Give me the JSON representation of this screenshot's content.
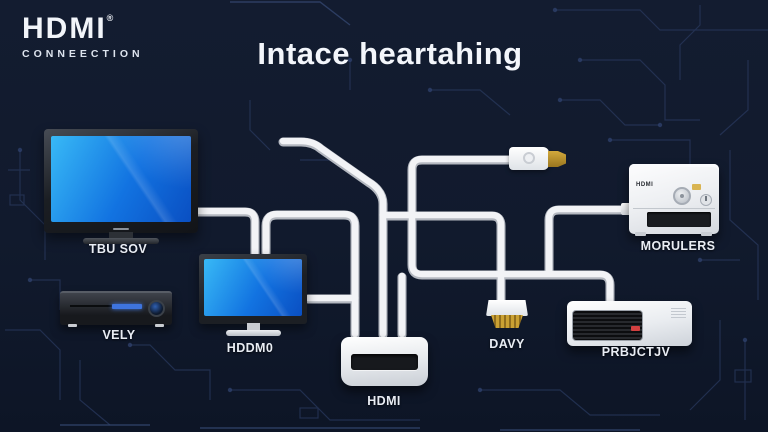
{
  "header": {
    "brand": "HDMI",
    "brand_reg": "®",
    "brand_subtitle": "CONNEECTION",
    "title": "Intace heartahing"
  },
  "devices": {
    "tv": {
      "label": "TBU SOV"
    },
    "dvd": {
      "label": "VELY"
    },
    "monitor": {
      "label": "HDDM0"
    },
    "switch_box": {
      "label": "HDMI"
    },
    "connector": {
      "label": "DAVY"
    },
    "projector": {
      "label": "PRBJCTJV"
    },
    "receiver": {
      "label": "MORULERS",
      "front_text": "HDMI"
    }
  },
  "colors": {
    "background": "#111a2d",
    "circuit_trace": "#2a3a60",
    "cable": "#f2f3f6",
    "screen_blue_light": "#38b9f6",
    "screen_blue_dark": "#0a4fc2",
    "connector_gold": "#c59a2e",
    "label_text": "#e9edf4"
  }
}
